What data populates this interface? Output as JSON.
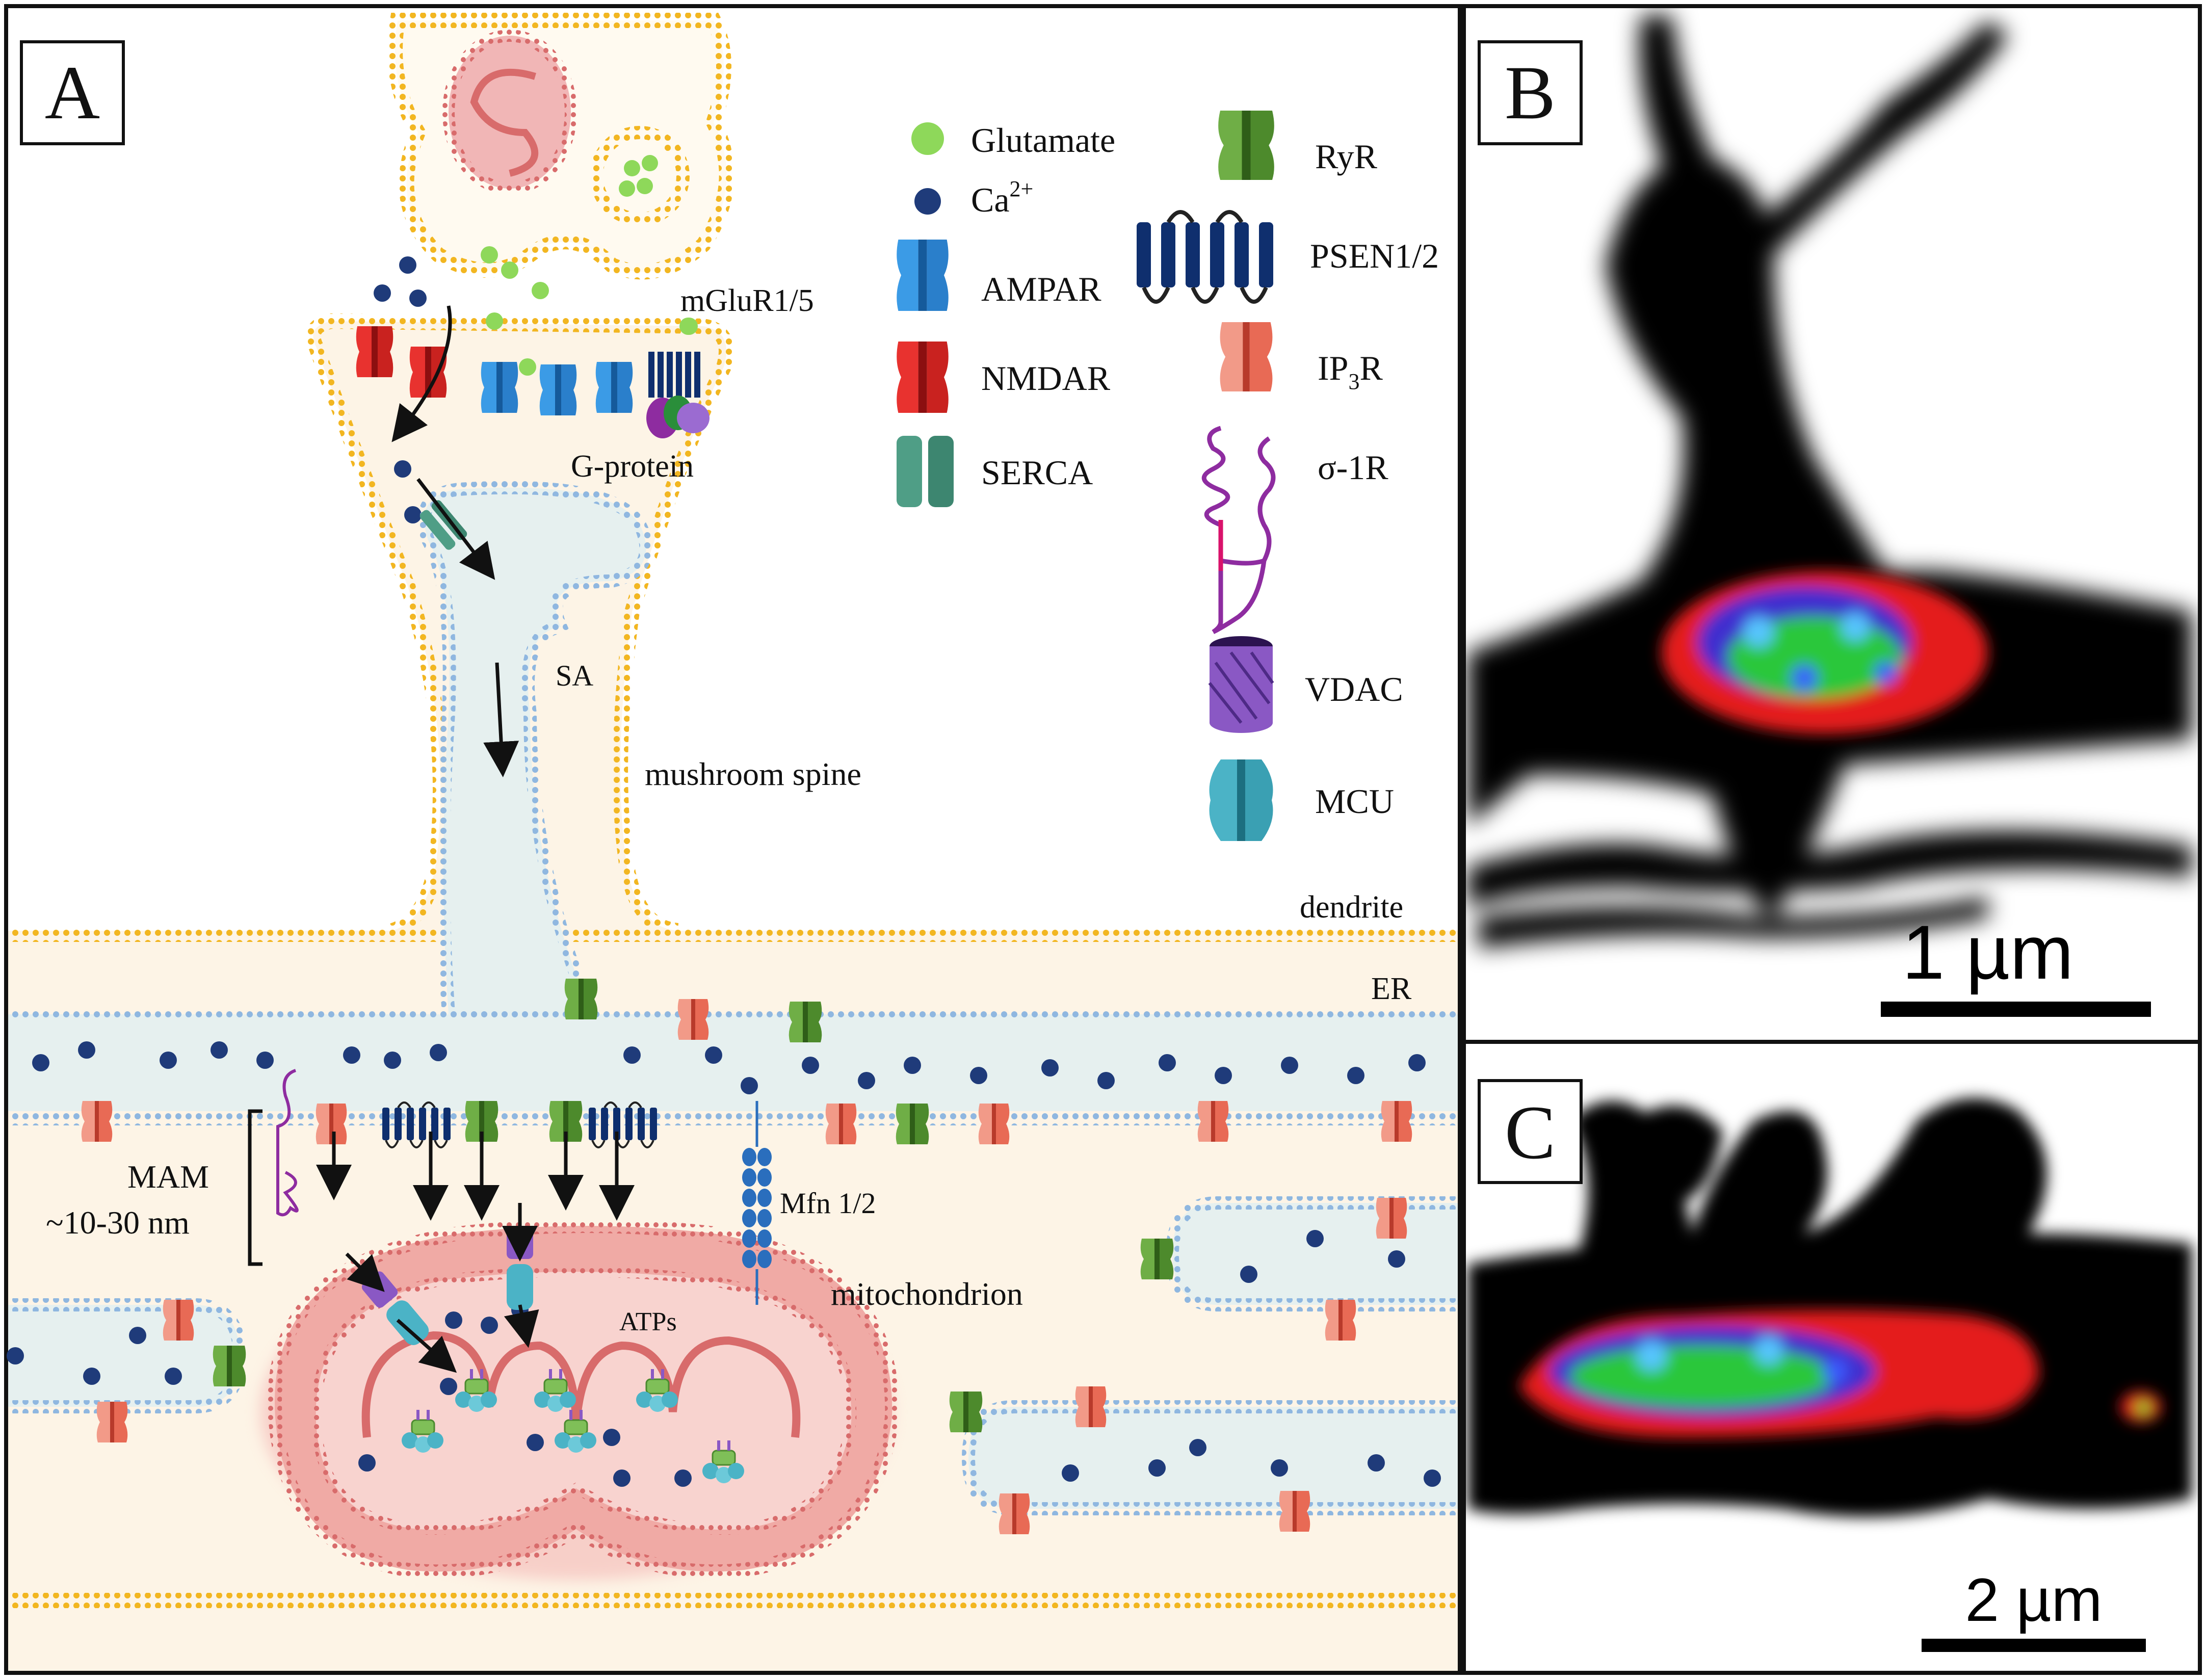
{
  "panels": {
    "a": {
      "letter": "A",
      "labels": {
        "mglur": "mGluR1/5",
        "gprotein": "G-protein",
        "sa": "SA",
        "spine": "mushroom spine",
        "dendrite": "dendrite",
        "er": "ER",
        "mam_line1": "MAM",
        "mam_line2": "~10-30 nm",
        "mfn": "Mfn 1/2",
        "mito": "mitochondrion",
        "atps": "ATPs"
      },
      "legend": {
        "glutamate": "Glutamate",
        "ca_base": "Ca",
        "ca_sup": "2+",
        "ampar": "AMPAR",
        "nmdar": "NMDAR",
        "serca": "SERCA",
        "ryr": "RyR",
        "psen": "PSEN1/2",
        "ip3r_base": "IP",
        "ip3r_sub": "3",
        "ip3r_tail": "R",
        "sigma": "σ-1R",
        "vdac": "VDAC",
        "mcu": "MCU"
      }
    },
    "b": {
      "letter": "B",
      "scale": "1 µm"
    },
    "c": {
      "letter": "C",
      "scale": "2 µm"
    }
  },
  "colors": {
    "membrane_yellow": "#f2b621",
    "membrane_blue": "#8fb7e0",
    "cytosol": "#fdf4e6",
    "er_lumen": "#e6f0ef",
    "mito_pink": "#e88b8b",
    "calcium": "#1f3b7a",
    "glutamate": "#8ed85a",
    "ampar": "#3b9be6",
    "nmdar": "#e8322f",
    "serca": "#4f9e86",
    "ryr": "#5d9b3b",
    "psen": "#0f2f6e",
    "ip3r": "#ef7c6a",
    "sigma": "#8e2ca0",
    "vdac": "#8a58c4",
    "mcu": "#4bb3c6"
  }
}
